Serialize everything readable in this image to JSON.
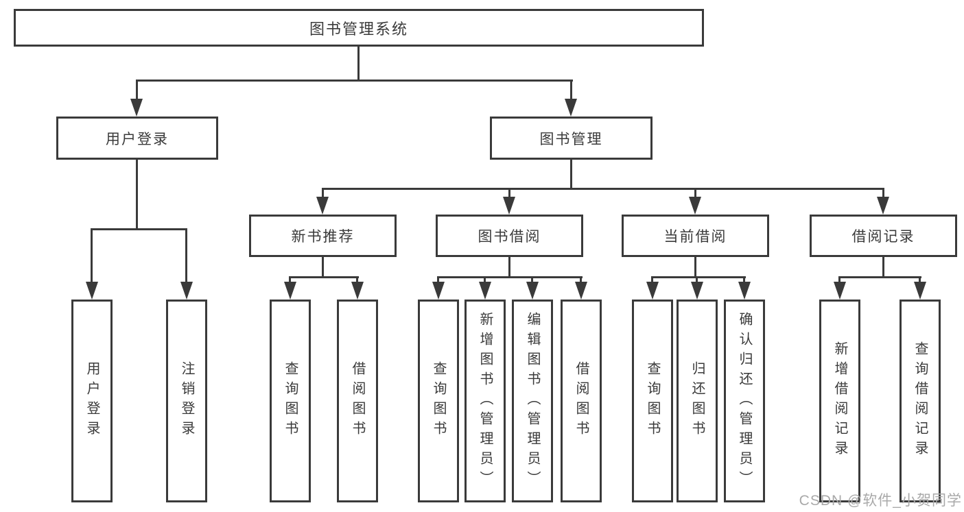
{
  "nodes": {
    "root": {
      "label": "图书管理系统"
    },
    "user_login": {
      "label": "用户登录"
    },
    "book_mgmt": {
      "label": "图书管理"
    },
    "new_book_rec": {
      "label": "新书推荐"
    },
    "book_borrow": {
      "label": "图书借阅"
    },
    "current_borrow": {
      "label": "当前借阅"
    },
    "borrow_records": {
      "label": "借阅记录"
    },
    "leaf_user_login": {
      "label": "用户登录"
    },
    "leaf_logout": {
      "label": "注销登录"
    },
    "leaf_rec_query": {
      "label": "查询图书"
    },
    "leaf_rec_borrow": {
      "label": "借阅图书"
    },
    "leaf_bb_query": {
      "label": "查询图书"
    },
    "leaf_bb_add": {
      "label": "新增图书（管理员）"
    },
    "leaf_bb_edit": {
      "label": "编辑图书（管理员）"
    },
    "leaf_bb_borrow": {
      "label": "借阅图书"
    },
    "leaf_cur_query": {
      "label": "查询图书"
    },
    "leaf_cur_return": {
      "label": "归还图书"
    },
    "leaf_cur_confirm": {
      "label": "确认归还（管理员）"
    },
    "leaf_br_add": {
      "label": "新增借阅记录"
    },
    "leaf_br_query": {
      "label": "查询借阅记录"
    }
  },
  "watermark": {
    "text": "CSDN @软件_小贺同学"
  },
  "colors": {
    "line": "#3a3a3a",
    "text": "#3a3a3a",
    "watermark": "#a9a9a9",
    "background": "#ffffff"
  }
}
